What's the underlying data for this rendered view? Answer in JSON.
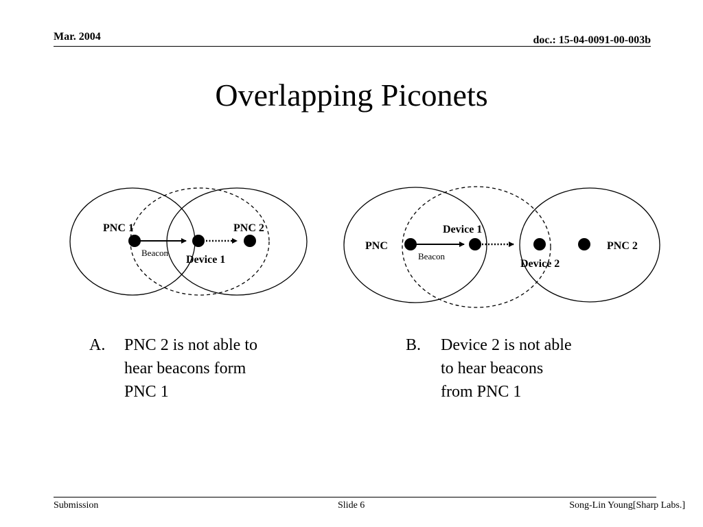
{
  "header": {
    "date": "Mar. 2004",
    "doc_id": "doc.: 15-04-0091-00-003b"
  },
  "slide": {
    "title": "Overlapping Piconets"
  },
  "diagram_a": {
    "pnc1_label": "PNC 1",
    "pnc2_label": "PNC 2",
    "beacon_label": "Beacon",
    "device1_label": "Device 1"
  },
  "diagram_b": {
    "pnc_label": "PNC",
    "device1_label": "Device 1",
    "beacon_label": "Beacon",
    "device2_label": "Device 2",
    "pnc2_label": "PNC 2"
  },
  "captions": {
    "a_marker": "A.",
    "a_lines": [
      "PNC 2 is not able to",
      "hear beacons form",
      "PNC 1"
    ],
    "b_marker": "B.",
    "b_lines": [
      "Device 2 is not able",
      "to hear beacons",
      "from PNC 1"
    ]
  },
  "footer": {
    "left": "Submission",
    "center": "Slide 6",
    "right": "Song-Lin Young[Sharp Labs.]"
  }
}
